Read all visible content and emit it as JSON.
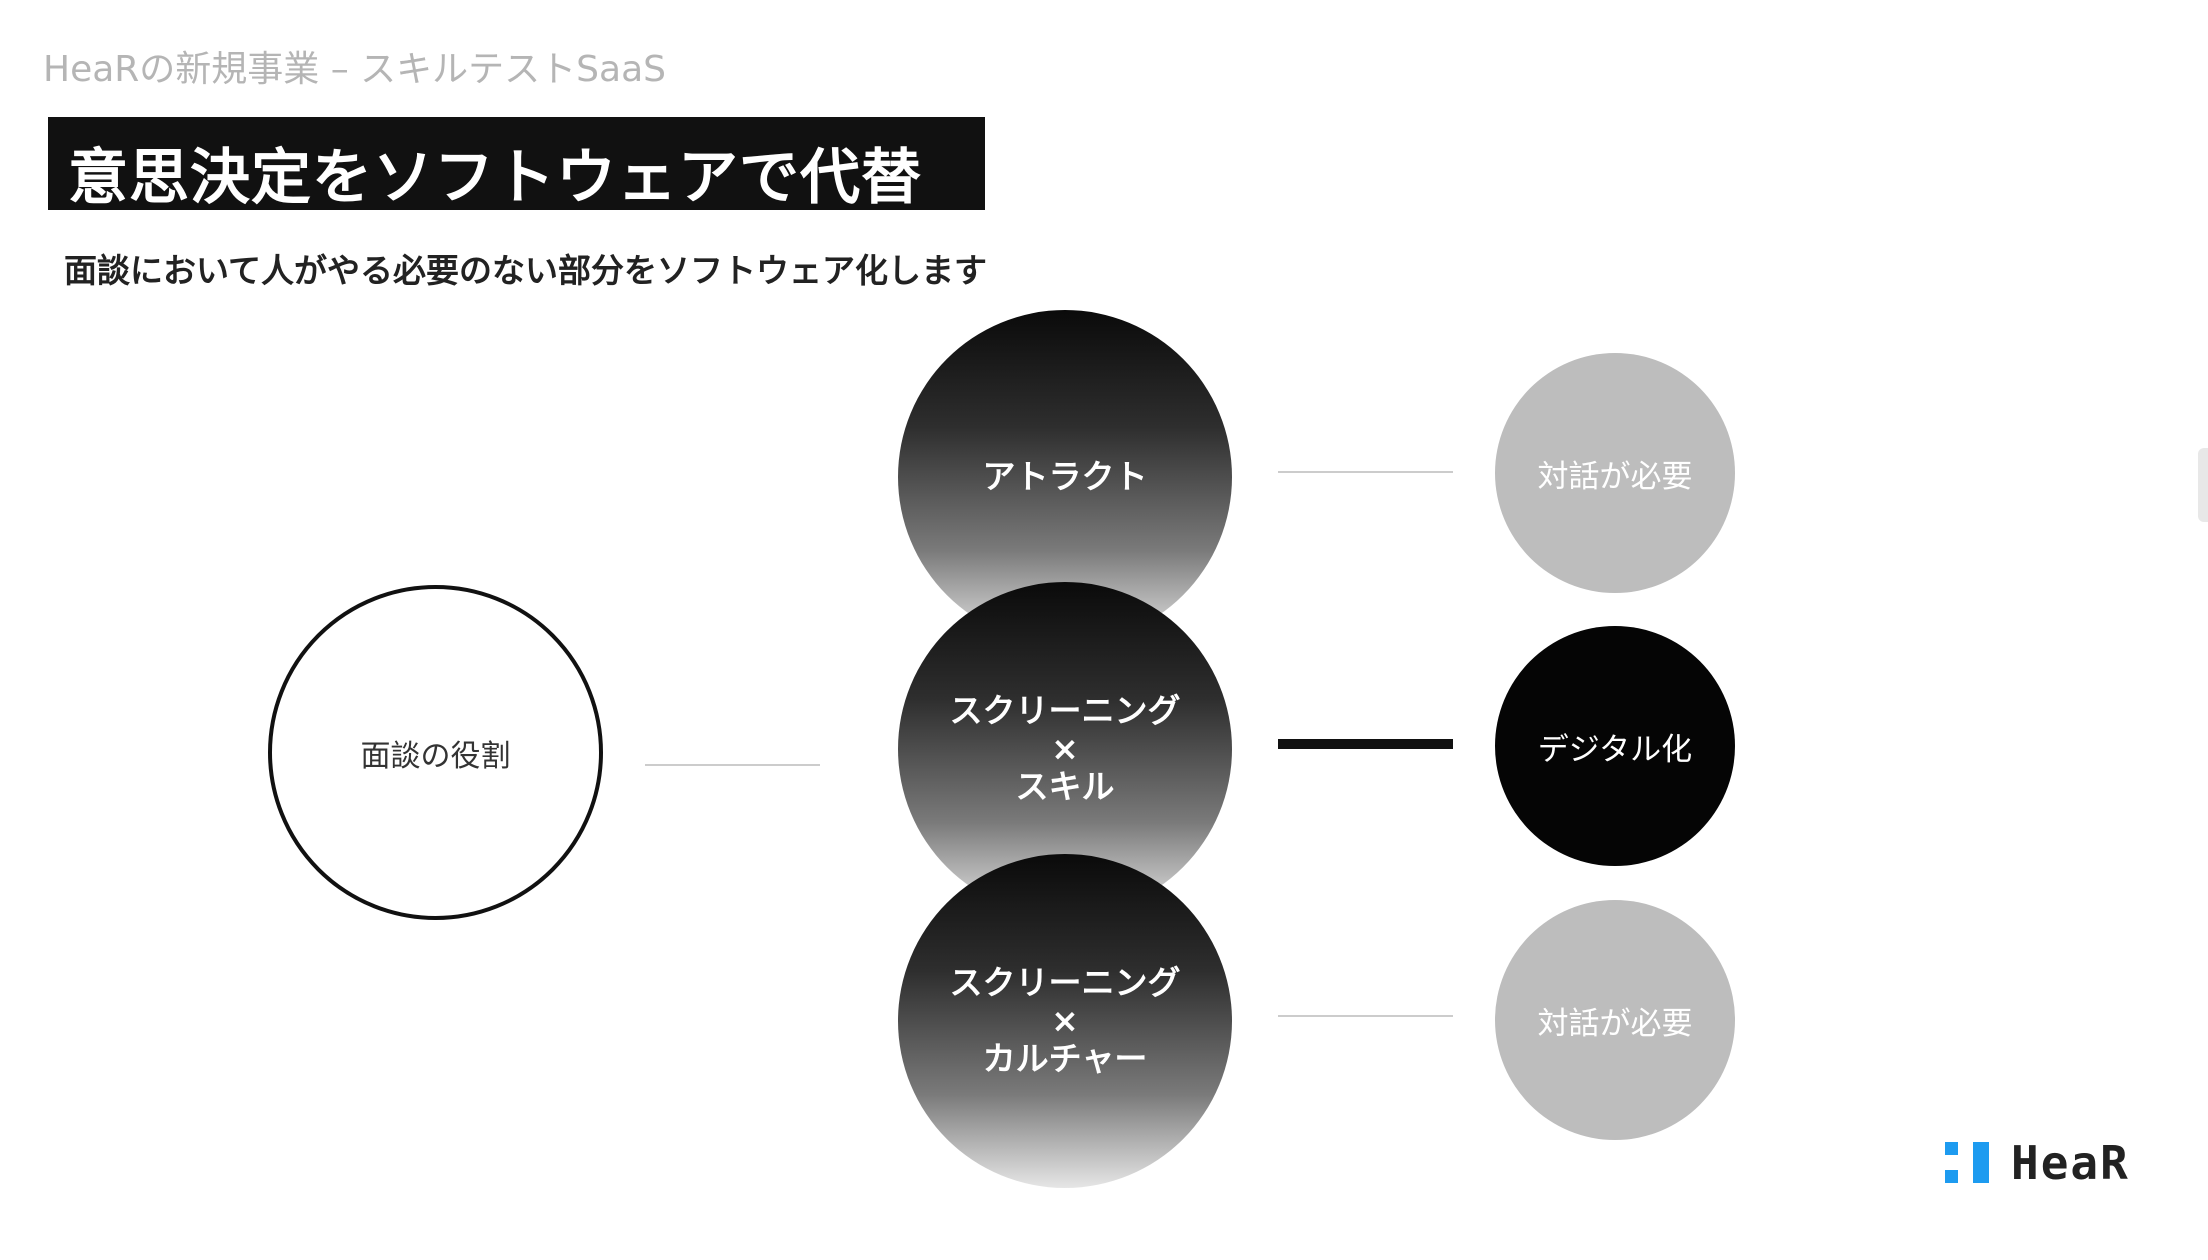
{
  "header": {
    "label": "HeaRの新規事業 – スキルテストSaaS"
  },
  "title": "意思決定をソフトウェアで代替",
  "subtitle": "面談において人がやる必要のない部分をソフトウェア化します",
  "diagram": {
    "role": "面談の役割",
    "stages": [
      {
        "lines": [
          "アトラクト"
        ]
      },
      {
        "lines": [
          "スクリーニング",
          "×",
          "スキル"
        ]
      },
      {
        "lines": [
          "スクリーニング",
          "×",
          "カルチャー"
        ]
      }
    ],
    "outcomes": [
      {
        "label": "対話が必要",
        "color": "#bdbdbd"
      },
      {
        "label": "デジタル化",
        "color": "#050505"
      },
      {
        "label": "対話が必要",
        "color": "#bdbdbd"
      }
    ]
  },
  "logo": {
    "text": "HeaR",
    "color": "#1d9bf0"
  }
}
